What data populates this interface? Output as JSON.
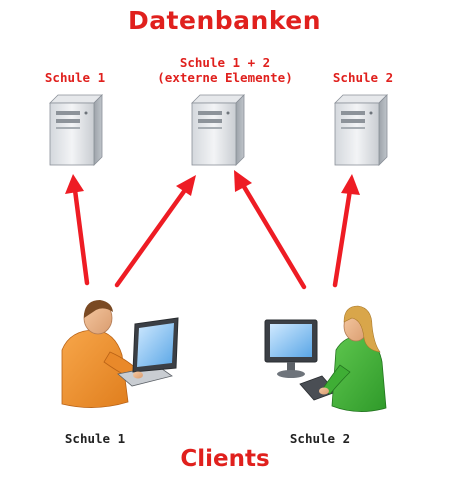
{
  "title": "Datenbanken",
  "footer": "Clients",
  "servers": [
    {
      "label": "Schule 1",
      "sublabel": ""
    },
    {
      "label": "Schule 1 + 2",
      "sublabel": "(externe Elemente)"
    },
    {
      "label": "Schule 2",
      "sublabel": ""
    }
  ],
  "clients": [
    {
      "label": "Schule 1",
      "device": "laptop"
    },
    {
      "label": "Schule 2",
      "device": "desktop-monitor"
    }
  ],
  "colors": {
    "accent": "#e0201d",
    "arrow": "#ee1c24",
    "text": "#222222"
  },
  "icons": [
    "server-icon",
    "laptop-user-icon",
    "desktop-user-icon",
    "arrow-icon"
  ]
}
